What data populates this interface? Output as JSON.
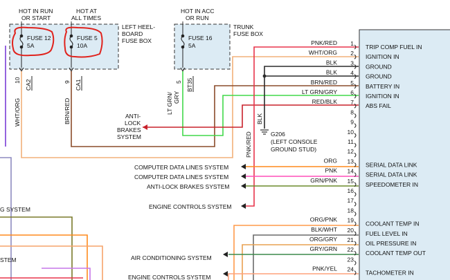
{
  "fuses": {
    "hot_run_start": "HOT IN RUN OR START",
    "hot_all_times_1": "HOT AT",
    "hot_all_times_2": "ALL TIMES",
    "hot_run_1": "HOT IN RUN",
    "hot_run_2": "OR START",
    "hot_acc_1": "HOT IN ACC",
    "hot_acc_2": "OR RUN",
    "fuse12_name": "FUSE 12",
    "fuse12_amp": "5A",
    "fuse5_name": "FUSE 5",
    "fuse5_amp": "10A",
    "fuse16_name": "FUSE 16",
    "fuse16_amp": "5A",
    "left_box_1": "LEFT HEEL-",
    "left_box_2": "BOARD",
    "left_box_3": "FUSE BOX",
    "trunk_box_1": "TRUNK",
    "trunk_box_2": "FUSE BOX"
  },
  "fuse_pins": {
    "pin10": "10",
    "pin9": "9",
    "pin5": "5",
    "ca2": "CA2",
    "ca1": "CA1",
    "bt35": "BT35"
  },
  "wire_labels": {
    "wht_org_v": "WHT/ORG",
    "brn_red_v": "BRN/RED",
    "lt_grn_gry_1": "LT GRN/",
    "lt_grn_gry_2": "GRY",
    "pnk_red_v": "PNK/RED",
    "blk_v": "BLK"
  },
  "left_labels": {
    "abs_1": "ANTI-",
    "abs_2": "LOCK",
    "abs_3": "BRAKES",
    "abs_4": "SYSTEM",
    "cut_g_system": "G SYSTEM",
    "cut_stem": "STEM",
    "cdl_1": "COMPUTER DATA LINES SYSTEM",
    "cdl_2": "COMPUTER DATA LINES SYSTEM",
    "abs_sys": "ANTI-LOCK BRAKES SYSTEM",
    "engine_1": "ENGINE CONTROLS SYSTEM",
    "ac_sys": "AIR CONDITIONING SYSTEM",
    "engine_2": "ENGINE CONTROLS SYSTEM"
  },
  "ground": {
    "g206": "G206",
    "line1": "(LEFT CONSOLE",
    "line2": "GROUND STUD)"
  },
  "connector_pins": [
    {
      "num": "1",
      "wire": "PNK/RED",
      "func": "TRIP COMP FUEL IN"
    },
    {
      "num": "2",
      "wire": "WHT/ORG",
      "func": "IGNITION IN"
    },
    {
      "num": "3",
      "wire": "BLK",
      "func": "GROUND"
    },
    {
      "num": "4",
      "wire": "BLK",
      "func": "GROUND"
    },
    {
      "num": "5",
      "wire": "BRN/RED",
      "func": "BATTERY IN"
    },
    {
      "num": "6",
      "wire": "LT GRN/GRY",
      "func": "IGNITION IN"
    },
    {
      "num": "7",
      "wire": "RED/BLK",
      "func": "ABS FAIL"
    },
    {
      "num": "8",
      "wire": "",
      "func": ""
    },
    {
      "num": "9",
      "wire": "",
      "func": ""
    },
    {
      "num": "10",
      "wire": "",
      "func": ""
    },
    {
      "num": "11",
      "wire": "",
      "func": ""
    },
    {
      "num": "12",
      "wire": "",
      "func": ""
    },
    {
      "num": "13",
      "wire": "ORG",
      "func": "SERIAL DATA LINK"
    },
    {
      "num": "14",
      "wire": "PNK",
      "func": "SERIAL DATA LINK"
    },
    {
      "num": "15",
      "wire": "GRN/PNK",
      "func": "SPEEDOMETER IN"
    },
    {
      "num": "16",
      "wire": "",
      "func": ""
    },
    {
      "num": "17",
      "wire": "",
      "func": ""
    },
    {
      "num": "18",
      "wire": "",
      "func": ""
    },
    {
      "num": "19",
      "wire": "ORG/PNK",
      "func": "COOLANT TEMP IN"
    },
    {
      "num": "20",
      "wire": "BLK/WHT",
      "func": "FUEL LEVEL IN"
    },
    {
      "num": "21",
      "wire": "ORG/GRY",
      "func": "OIL PRESSURE IN"
    },
    {
      "num": "22",
      "wire": "GRY/GRN",
      "func": "COOLANT TEMP OUT"
    },
    {
      "num": "23",
      "wire": "",
      "func": ""
    },
    {
      "num": "24",
      "wire": "PNK/YEL",
      "func": "TACHOMETER IN"
    }
  ],
  "colors": {
    "pnk_red": "#e8334a",
    "wht_org": "#f2b07a",
    "blk": "#2b2b2b",
    "brn_red": "#8a4b2a",
    "lt_grn_gry": "#41d84a",
    "red_blk": "#c8202a",
    "org": "#ff8a1c",
    "pnk": "#ff4fb8",
    "grn_pnk": "#6a8a2a",
    "org_pnk": "#ff9a4a",
    "blk_wht": "#6a6a6a",
    "org_gry": "#e9a050",
    "gry_grn": "#3c8a4a",
    "pnk_yel": "#ffa07a",
    "purple": "#7a3cd6",
    "violet": "#c676e8",
    "annotation": "#e0221c"
  }
}
